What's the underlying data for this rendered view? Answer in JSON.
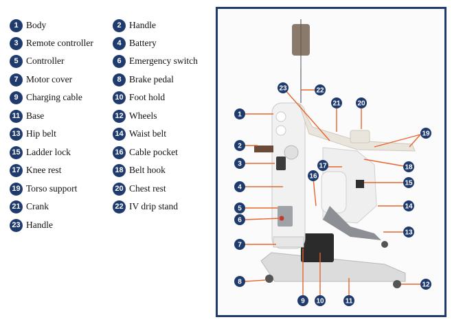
{
  "colors": {
    "badge": "#1f3b6e",
    "frame": "#1f3b6e",
    "pointer": "#e8642c"
  },
  "legend": [
    {
      "num": "1",
      "label": "Body"
    },
    {
      "num": "2",
      "label": "Handle"
    },
    {
      "num": "3",
      "label": "Remote controller"
    },
    {
      "num": "4",
      "label": "Battery"
    },
    {
      "num": "5",
      "label": "Controller"
    },
    {
      "num": "6",
      "label": "Emergency switch"
    },
    {
      "num": "7",
      "label": "Motor cover"
    },
    {
      "num": "8",
      "label": "Brake pedal"
    },
    {
      "num": "9",
      "label": "Charging cable"
    },
    {
      "num": "10",
      "label": "Foot hold"
    },
    {
      "num": "11",
      "label": "Base"
    },
    {
      "num": "12",
      "label": "Wheels"
    },
    {
      "num": "13",
      "label": "Hip belt"
    },
    {
      "num": "14",
      "label": "Waist belt"
    },
    {
      "num": "15",
      "label": "Ladder lock"
    },
    {
      "num": "16",
      "label": "Cable pocket"
    },
    {
      "num": "17",
      "label": "Knee rest"
    },
    {
      "num": "18",
      "label": "Belt hook"
    },
    {
      "num": "19",
      "label": "Torso support"
    },
    {
      "num": "20",
      "label": "Chest rest"
    },
    {
      "num": "21",
      "label": "Crank"
    },
    {
      "num": "22",
      "label": "IV drip stand"
    },
    {
      "num": "23",
      "label": "Handle"
    }
  ]
}
